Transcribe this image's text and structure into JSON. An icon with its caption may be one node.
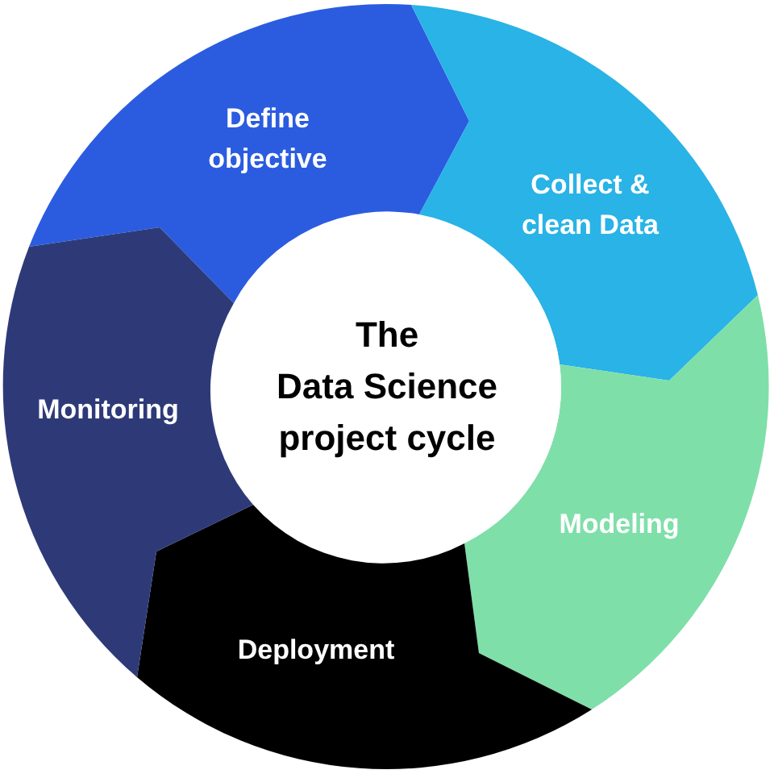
{
  "diagram": {
    "nodes": [
      {
        "text": [
          "Define objective"
        ]
      },
      {
        "text": [
          "Collect & clean Data"
        ]
      },
      {
        "text": [
          "Modeling"
        ]
      },
      {
        "text": [
          "Deployment"
        ]
      },
      {
        "text": [
          "Monitoring"
        ]
      },
      {
        "text": [
          "The Data Science project cycle"
        ]
      }
    ]
  }
}
